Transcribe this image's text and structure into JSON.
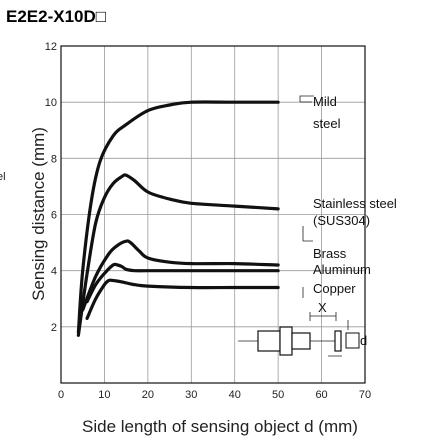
{
  "title": "E2E2-X10D□",
  "edge_fragment": "el",
  "chart_data": {
    "type": "line",
    "xlabel": "Side length of sensing object d (mm)",
    "ylabel": "Sensing distance  (mm)",
    "xlim": [
      0,
      70
    ],
    "ylim": [
      0,
      12
    ],
    "xticks": [
      0,
      10,
      20,
      30,
      40,
      50,
      60,
      70
    ],
    "yticks": [
      2,
      4,
      6,
      8,
      10,
      12
    ],
    "grid": true,
    "series": [
      {
        "name": "Mild steel",
        "x": [
          4,
          5,
          7,
          9,
          12,
          15,
          20,
          25,
          30,
          40,
          50
        ],
        "y": [
          1.8,
          4.0,
          6.5,
          7.9,
          8.8,
          9.2,
          9.7,
          9.9,
          10.0,
          10.0,
          10.0
        ]
      },
      {
        "name": "Stainless steel (SUS304)",
        "x": [
          4,
          6,
          8,
          10,
          12,
          14,
          15,
          17,
          20,
          25,
          30,
          40,
          50
        ],
        "y": [
          1.7,
          3.9,
          5.7,
          6.6,
          7.1,
          7.35,
          7.4,
          7.2,
          6.8,
          6.55,
          6.4,
          6.3,
          6.2
        ]
      },
      {
        "name": "Brass",
        "x": [
          5,
          8,
          11,
          13,
          15,
          16,
          18,
          20,
          25,
          30,
          40,
          50
        ],
        "y": [
          2.6,
          3.8,
          4.6,
          4.9,
          5.05,
          5.0,
          4.7,
          4.45,
          4.3,
          4.25,
          4.25,
          4.2
        ]
      },
      {
        "name": "Aluminum",
        "x": [
          6,
          8,
          10,
          12,
          13,
          14,
          15,
          17,
          20,
          30,
          40,
          50
        ],
        "y": [
          2.9,
          3.5,
          3.9,
          4.2,
          4.2,
          4.15,
          4.05,
          4.0,
          4.0,
          4.0,
          4.0,
          4.0
        ]
      },
      {
        "name": "Copper",
        "x": [
          6,
          8,
          10,
          11,
          12,
          14,
          17,
          20,
          30,
          40,
          50
        ],
        "y": [
          2.3,
          3.0,
          3.5,
          3.65,
          3.65,
          3.6,
          3.5,
          3.45,
          3.4,
          3.4,
          3.4
        ]
      }
    ],
    "annotations": [
      "X",
      "d",
      "□d"
    ]
  }
}
